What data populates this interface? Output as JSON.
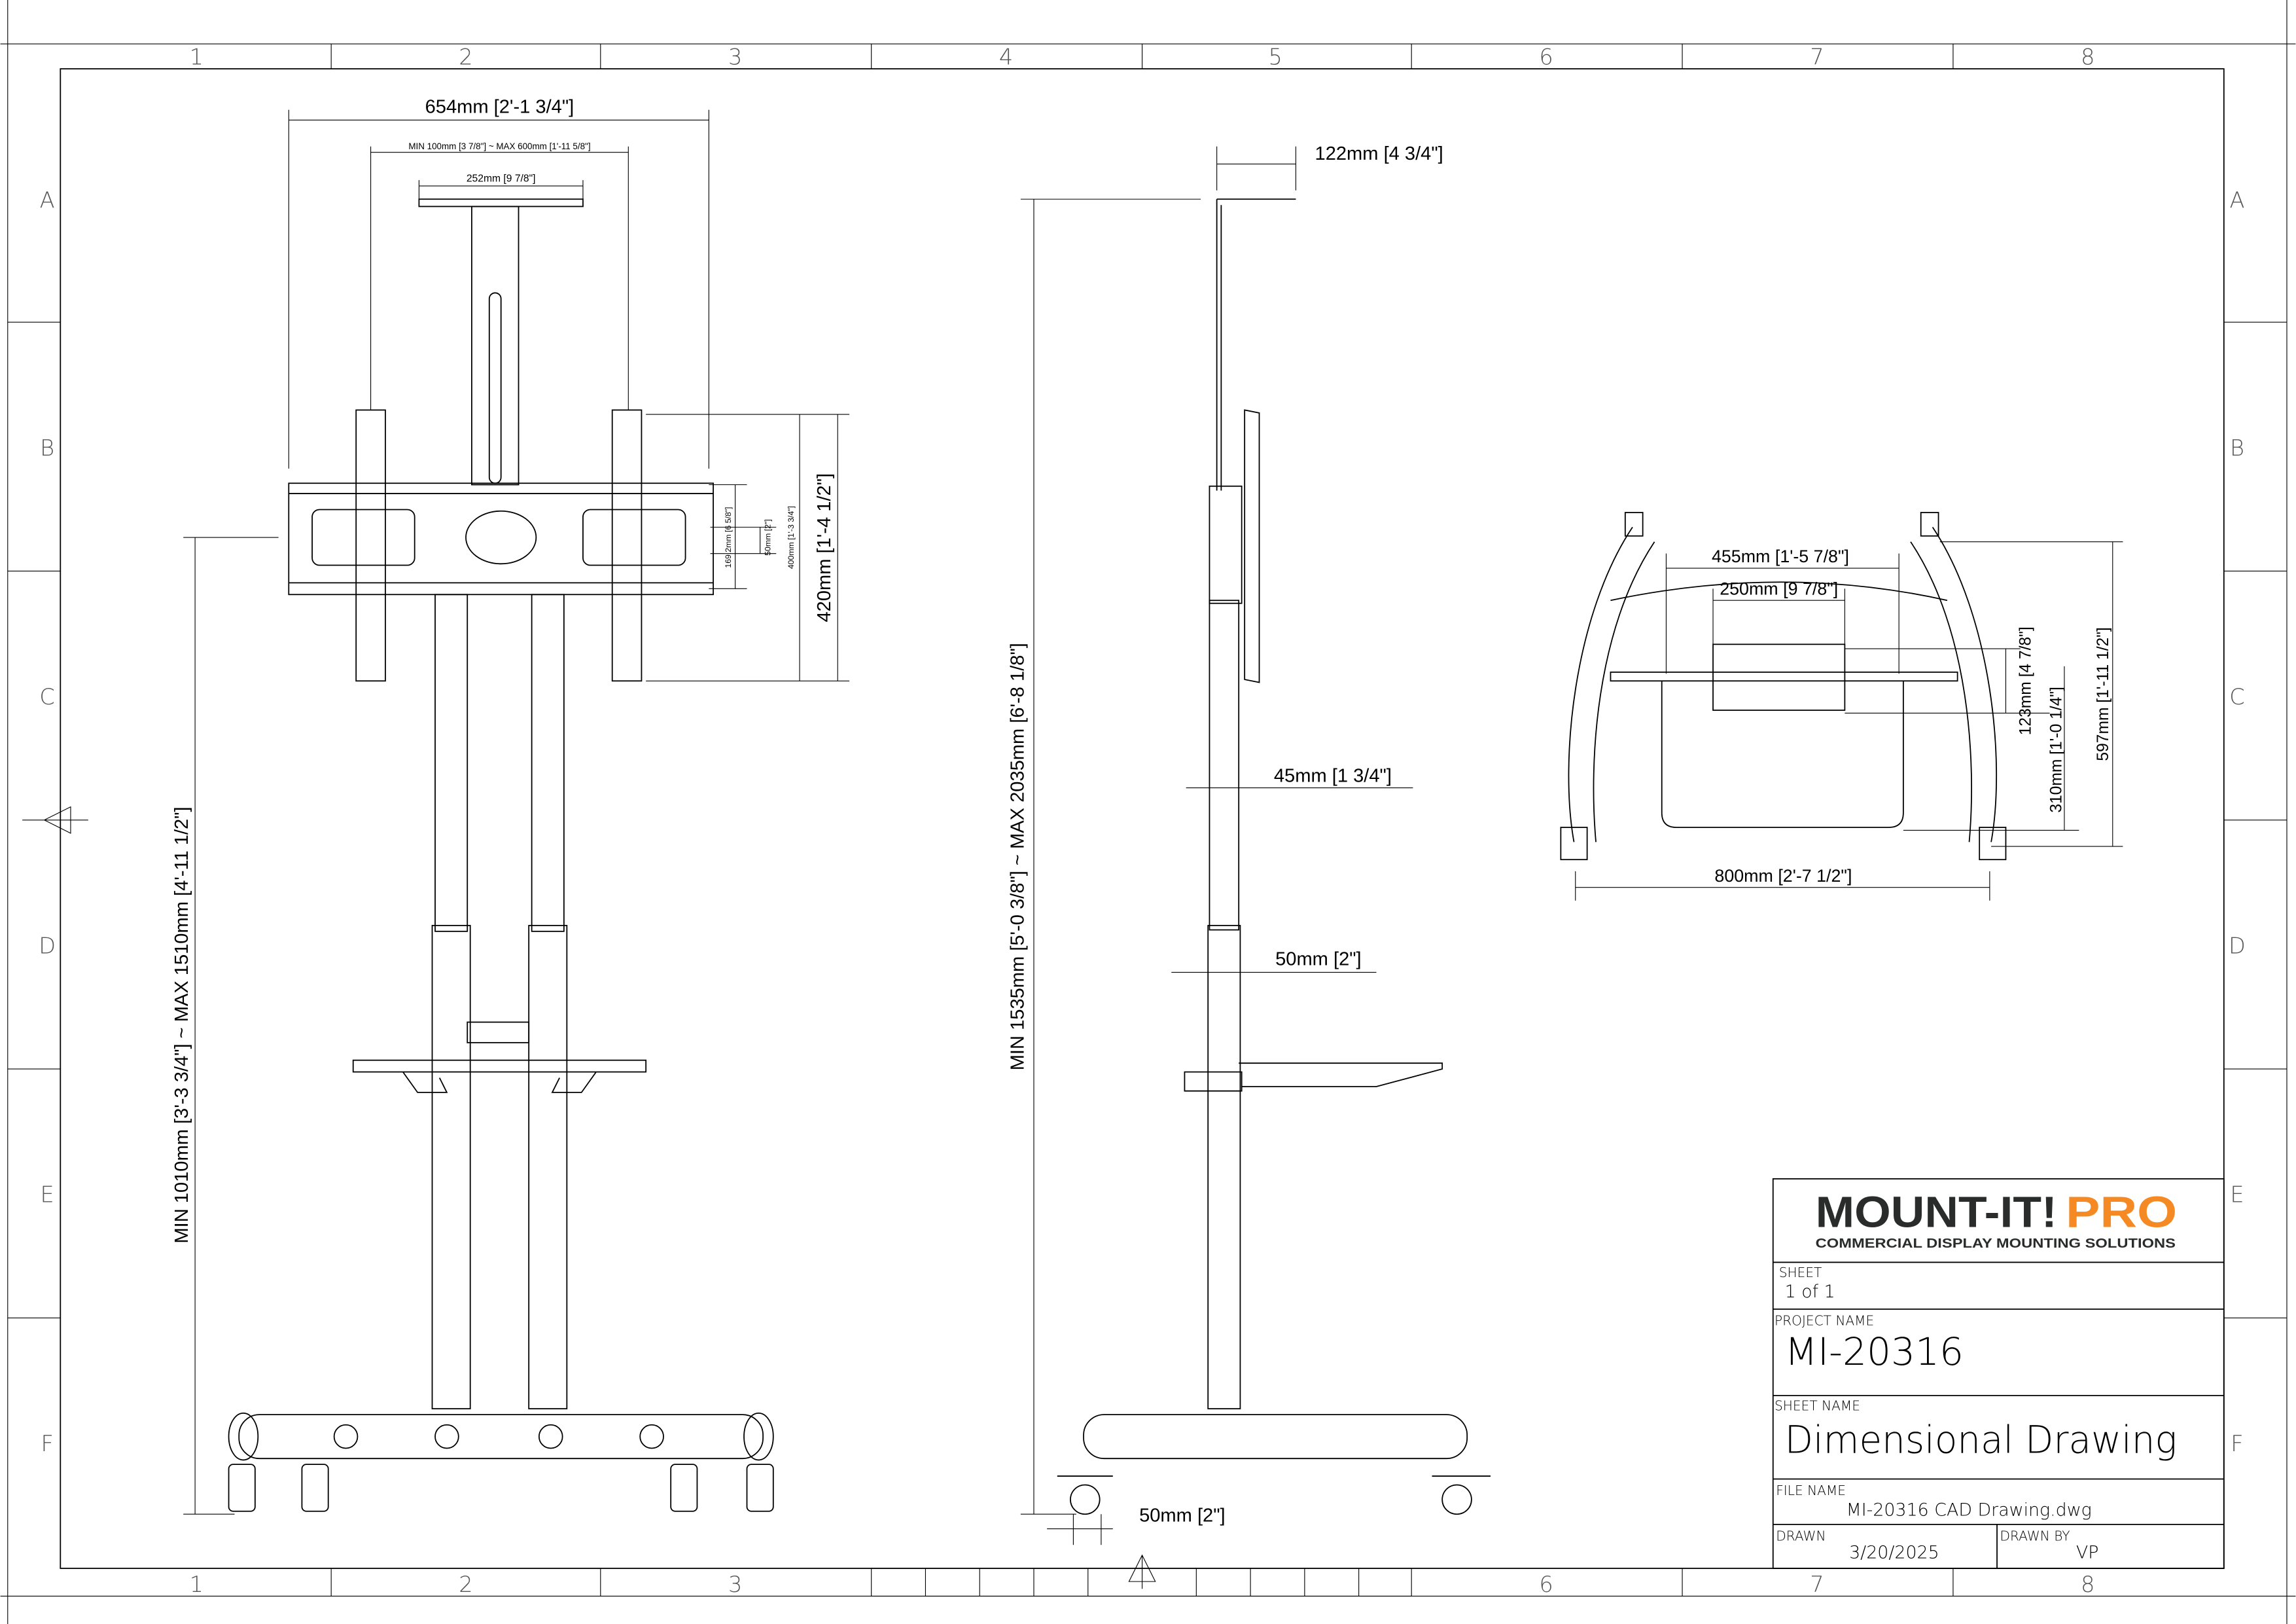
{
  "grid": {
    "columns": [
      "1",
      "2",
      "3",
      "4",
      "5",
      "6",
      "7",
      "8"
    ],
    "rows": [
      "A",
      "B",
      "C",
      "D",
      "E",
      "F"
    ]
  },
  "front_view": {
    "overall_width": "654mm [2'-1 3/4\"]",
    "vesa_range": "MIN 100mm [3 7/8\"] ~ MAX 600mm [1'-11 5/8\"]",
    "top_bracket": "252mm [9 7/8\"]",
    "dim_169": "169.2mm [6 5/8\"]",
    "dim_50": "50mm [2\"]",
    "dim_400": "400mm [1'-3 3/4\"]",
    "dim_420": "420mm [1'-4 1/2\"]",
    "height_range": "MIN 1010mm [3'-3 3/4\"] ~ MAX 1510mm [4'-11 1/2\"]"
  },
  "side_view": {
    "top_depth": "122mm [4 3/4\"]",
    "height_range": "MIN 1535mm [5'-0 3/8\"] ~ MAX 2035mm [6'-8 1/8\"]",
    "pole_upper": "45mm [1 3/4\"]",
    "pole_lower": "50mm [2\"]",
    "caster": "50mm [2\"]"
  },
  "top_view": {
    "dim_455": "455mm [1'-5 7/8\"]",
    "dim_250": "250mm [9 7/8\"]",
    "dim_123": "123mm [4 7/8\"]",
    "dim_310": "310mm [1'-0 1/4\"]",
    "dim_597": "597mm [1'-11 1/2\"]",
    "dim_800": "800mm [2'-7 1/2\"]"
  },
  "title_block": {
    "logo_main": "MOUNT-IT!",
    "logo_pro": "PRO",
    "tagline": "COMMERCIAL DISPLAY MOUNTING SOLUTIONS",
    "sheet_label": "SHEET",
    "sheet_value": "1 of 1",
    "project_label": "PROJECT NAME",
    "project_value": "MI-20316",
    "sheet_name_label": "SHEET NAME",
    "sheet_name_value": "Dimensional Drawing",
    "file_label": "FILE NAME",
    "file_value": "MI-20316 CAD Drawing.dwg",
    "drawn_label": "DRAWN",
    "drawn_value": "3/20/2025",
    "drawn_by_label": "DRAWN BY",
    "drawn_by_value": "VP"
  },
  "colors": {
    "brand_dark": "#2a2c2b",
    "brand_orange": "#f58a24"
  }
}
